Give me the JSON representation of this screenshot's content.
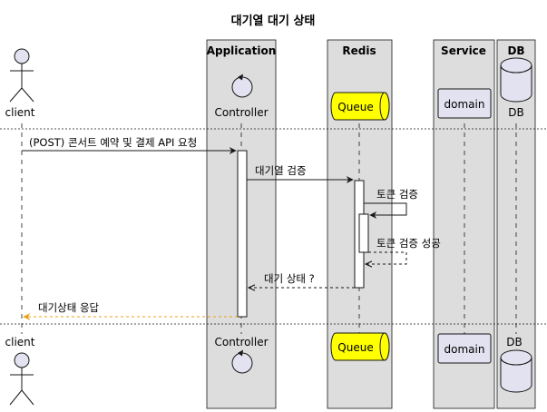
{
  "diagram": {
    "title": "대기열 대기 상태",
    "boxes": {
      "application": "Application",
      "redis": "Redis",
      "service": "Service",
      "db": "DB"
    },
    "participants": {
      "client": "client",
      "controller": "Controller",
      "queue": "Queue",
      "domain": "domain",
      "db": "DB"
    },
    "messages": [
      "(POST) 콘서트 예약 및 결제 API 요청",
      "대기열 검증",
      "토큰 검증",
      "토큰 검증 성공",
      "대기 상태 ?",
      "대기상태 응답"
    ],
    "colors": {
      "box_fill": "#dddddd",
      "participant_fill": "#e2e2f0",
      "queue_fill": "#ffff00",
      "response_arrow": "#e8a317"
    }
  }
}
